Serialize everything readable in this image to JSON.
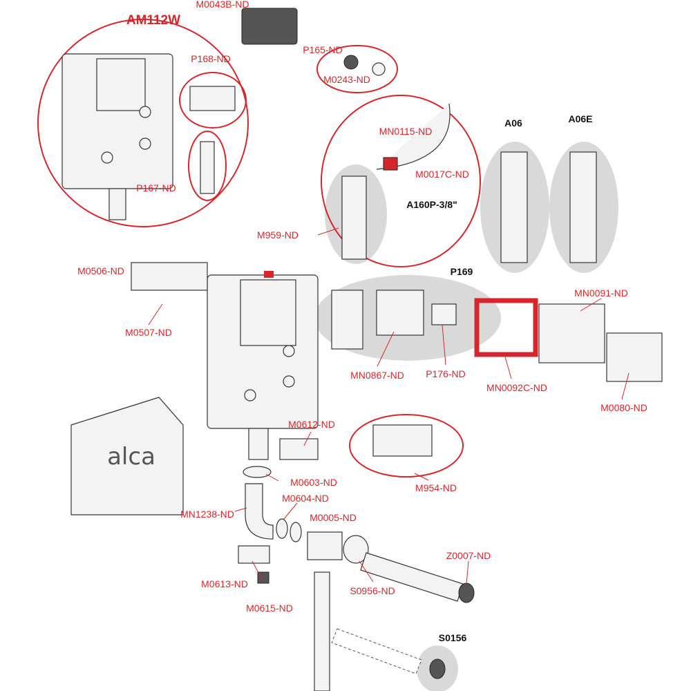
{
  "title": "AM112W",
  "logo_text": "alca",
  "labels": [
    "M0043B-ND",
    "P168-ND",
    "P165-ND",
    "M0243-ND",
    "MN0115-ND",
    "M0017C-ND",
    "M959-ND",
    "P167-ND",
    "M0506-ND",
    "M0507-ND",
    "MN0091-ND",
    "MN0867-ND",
    "P176-ND",
    "MN0092C-ND",
    "M0080-ND",
    "M0612-ND",
    "M0603-ND",
    "M954-ND",
    "M0604-ND",
    "MN1238-ND",
    "M0005-ND",
    "Z0007-ND",
    "M0613-ND",
    "S0956-ND",
    "M0615-ND"
  ],
  "black_labels": [
    "A160P-3/8\"",
    "A06",
    "A06E",
    "P169",
    "S0156"
  ],
  "colors": {
    "accent": "#d6262b",
    "highlight_area": "#d9d9d9"
  }
}
